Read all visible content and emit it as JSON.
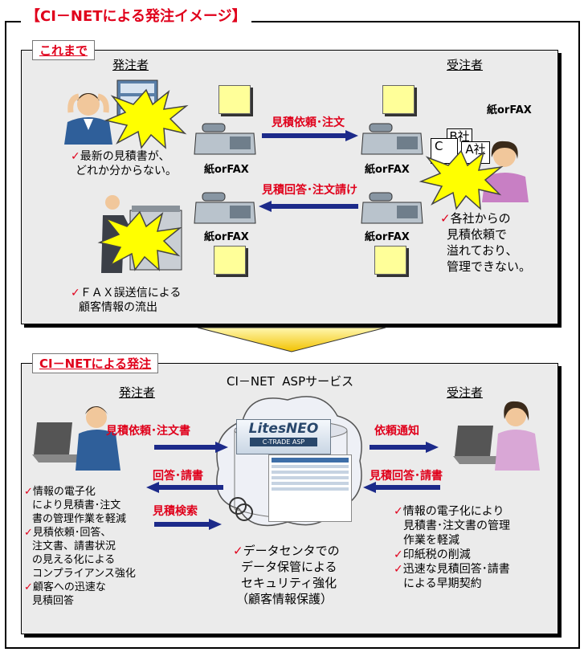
{
  "title": "【CI－NETによる発注イメージ】",
  "before": {
    "section_label": "これまで",
    "orderer": "発注者",
    "contractor": "受注者",
    "paper_fax_top_right": "紙orFAX",
    "fax_label": "紙orFAX",
    "flow_request": "見積依頼･注文",
    "flow_reply": "見積回答･注文請け",
    "docs": [
      "B社",
      "C",
      "A社"
    ],
    "check": "✓",
    "note_orderer_1": [
      "最新の見積書が、",
      "どれか分からない。"
    ],
    "note_orderer_2": [
      "ＦＡＸ誤送信による",
      "顧客情報の流出"
    ],
    "note_contractor": [
      "各社からの",
      "見積依頼で",
      "溢れており、",
      "管理できない。"
    ]
  },
  "after": {
    "section_label": "CI－NETによる発注",
    "service_name": "CI－NET  ASPサービス",
    "orderer": "発注者",
    "contractor": "受注者",
    "logo_main": "LitesNEO",
    "logo_sub": "C-TRADE ASP",
    "flow_request": "見積依頼･注文書",
    "flow_reply": "回答･請書",
    "flow_search": "見積検索",
    "flow_notice": "依頼通知",
    "flow_answer": "見積回答･請書",
    "check": "✓",
    "notes_orderer": [
      [
        "情報の電子化",
        "により見積書･注文",
        "書の管理作業を軽減"
      ],
      [
        "見積依頼･回答、",
        "注文書、請書状況",
        "の見える化による",
        "コンプライアンス強化"
      ],
      [
        "顧客への迅速な",
        "見積回答"
      ]
    ],
    "notes_center": [
      "データセンタでの",
      "データ保管による",
      "セキュリティ強化",
      "（顧客情報保護）"
    ],
    "notes_contractor": [
      [
        "情報の電子化により",
        "見積書･注文書の管理",
        "作業を軽減"
      ],
      [
        "印紙税の削減"
      ],
      [
        "迅速な見積回答･請書",
        "による早期契約"
      ]
    ]
  }
}
